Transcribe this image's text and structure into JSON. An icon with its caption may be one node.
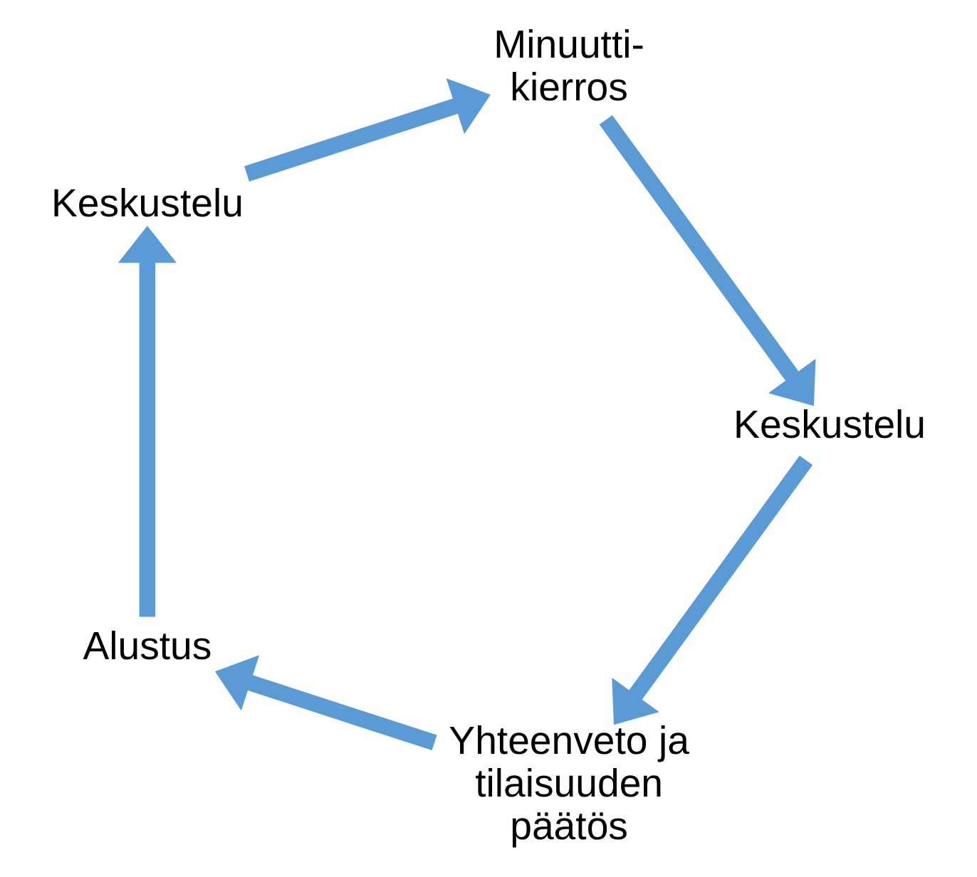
{
  "diagram": {
    "nodes": [
      {
        "text": [
          "Yhteenveto ja tilaisuuden päätös"
        ]
      },
      {
        "text": [
          "Alustus"
        ]
      },
      {
        "text": [
          "Keskustelu"
        ]
      },
      {
        "text": [
          "Keskustelu"
        ]
      },
      {
        "text": [
          "Minuutti- kierros"
        ]
      }
    ],
    "edges": [
      {
        "from": 0,
        "to": 1,
        "arrow": "to"
      },
      {
        "from": 1,
        "to": 2,
        "arrow": "to"
      },
      {
        "from": 2,
        "to": 4,
        "arrow": "to"
      },
      {
        "from": 4,
        "to": 3,
        "arrow": "to"
      },
      {
        "from": 3,
        "to": 0,
        "arrow": "to"
      }
    ]
  }
}
